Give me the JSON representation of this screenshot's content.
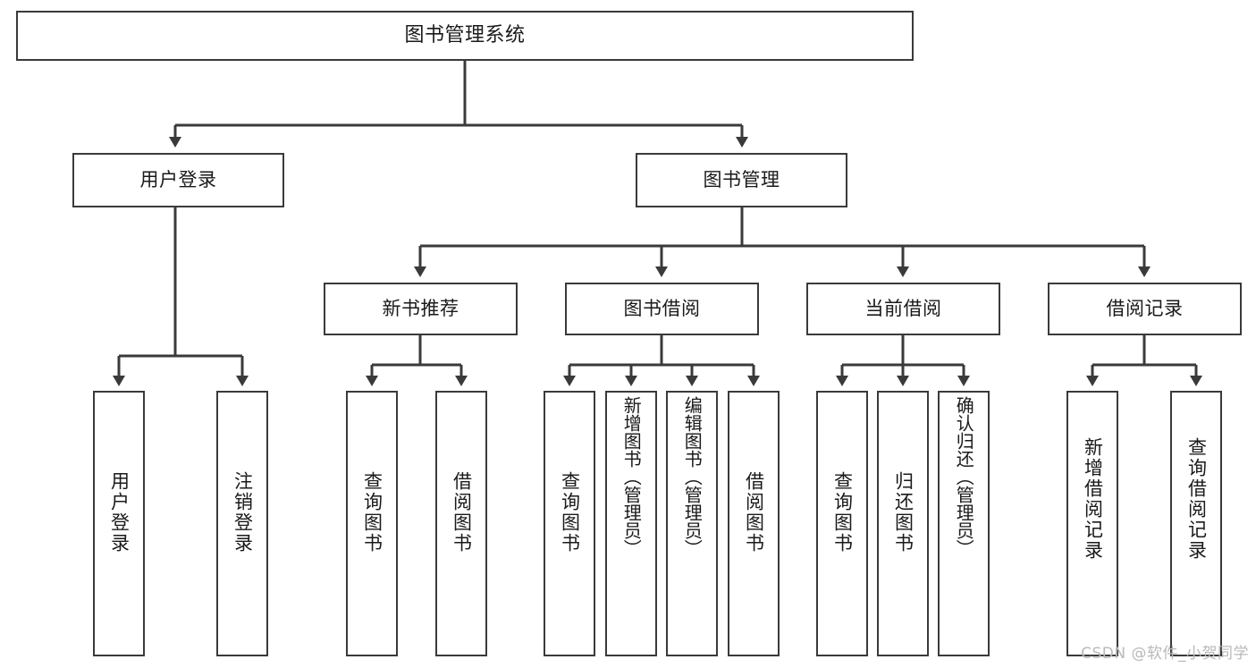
{
  "diagram": {
    "title": "图书管理系统",
    "type": "tree-hierarchy",
    "stroke_color": "#3a3a3a",
    "background_color": "#ffffff",
    "text_color": "#1a1a1a",
    "nodes": {
      "root": {
        "label": "图书管理系统"
      },
      "level2": [
        {
          "id": "user-login",
          "label": "用户登录"
        },
        {
          "id": "book-manage",
          "label": "图书管理"
        }
      ],
      "level3": [
        {
          "id": "new-book-recommend",
          "label": "新书推荐"
        },
        {
          "id": "book-borrow",
          "label": "图书借阅"
        },
        {
          "id": "current-borrow",
          "label": "当前借阅"
        },
        {
          "id": "borrow-record",
          "label": "借阅记录"
        }
      ],
      "leaves": [
        {
          "id": "leaf-user-login",
          "label": "用户登录",
          "parent": "user-login"
        },
        {
          "id": "leaf-logout",
          "label": "注销登录",
          "parent": "user-login"
        },
        {
          "id": "leaf-query-book-1",
          "label": "查询图书",
          "parent": "new-book-recommend"
        },
        {
          "id": "leaf-borrow-book-1",
          "label": "借阅图书",
          "parent": "new-book-recommend"
        },
        {
          "id": "leaf-query-book-2",
          "label": "查询图书",
          "parent": "book-borrow"
        },
        {
          "id": "leaf-add-book",
          "label": "新增图书（管理员）",
          "parent": "book-borrow"
        },
        {
          "id": "leaf-edit-book",
          "label": "编辑图书（管理员）",
          "parent": "book-borrow"
        },
        {
          "id": "leaf-borrow-book-2",
          "label": "借阅图书",
          "parent": "book-borrow"
        },
        {
          "id": "leaf-query-book-3",
          "label": "查询图书",
          "parent": "current-borrow"
        },
        {
          "id": "leaf-return-book",
          "label": "归还图书",
          "parent": "current-borrow"
        },
        {
          "id": "leaf-confirm-return",
          "label": "确认归还（管理员）",
          "parent": "current-borrow"
        },
        {
          "id": "leaf-add-record",
          "label": "新增借阅记录",
          "parent": "borrow-record"
        },
        {
          "id": "leaf-query-record",
          "label": "查询借阅记录",
          "parent": "borrow-record"
        }
      ]
    },
    "watermark": "CSDN @软件_小贺同学"
  }
}
